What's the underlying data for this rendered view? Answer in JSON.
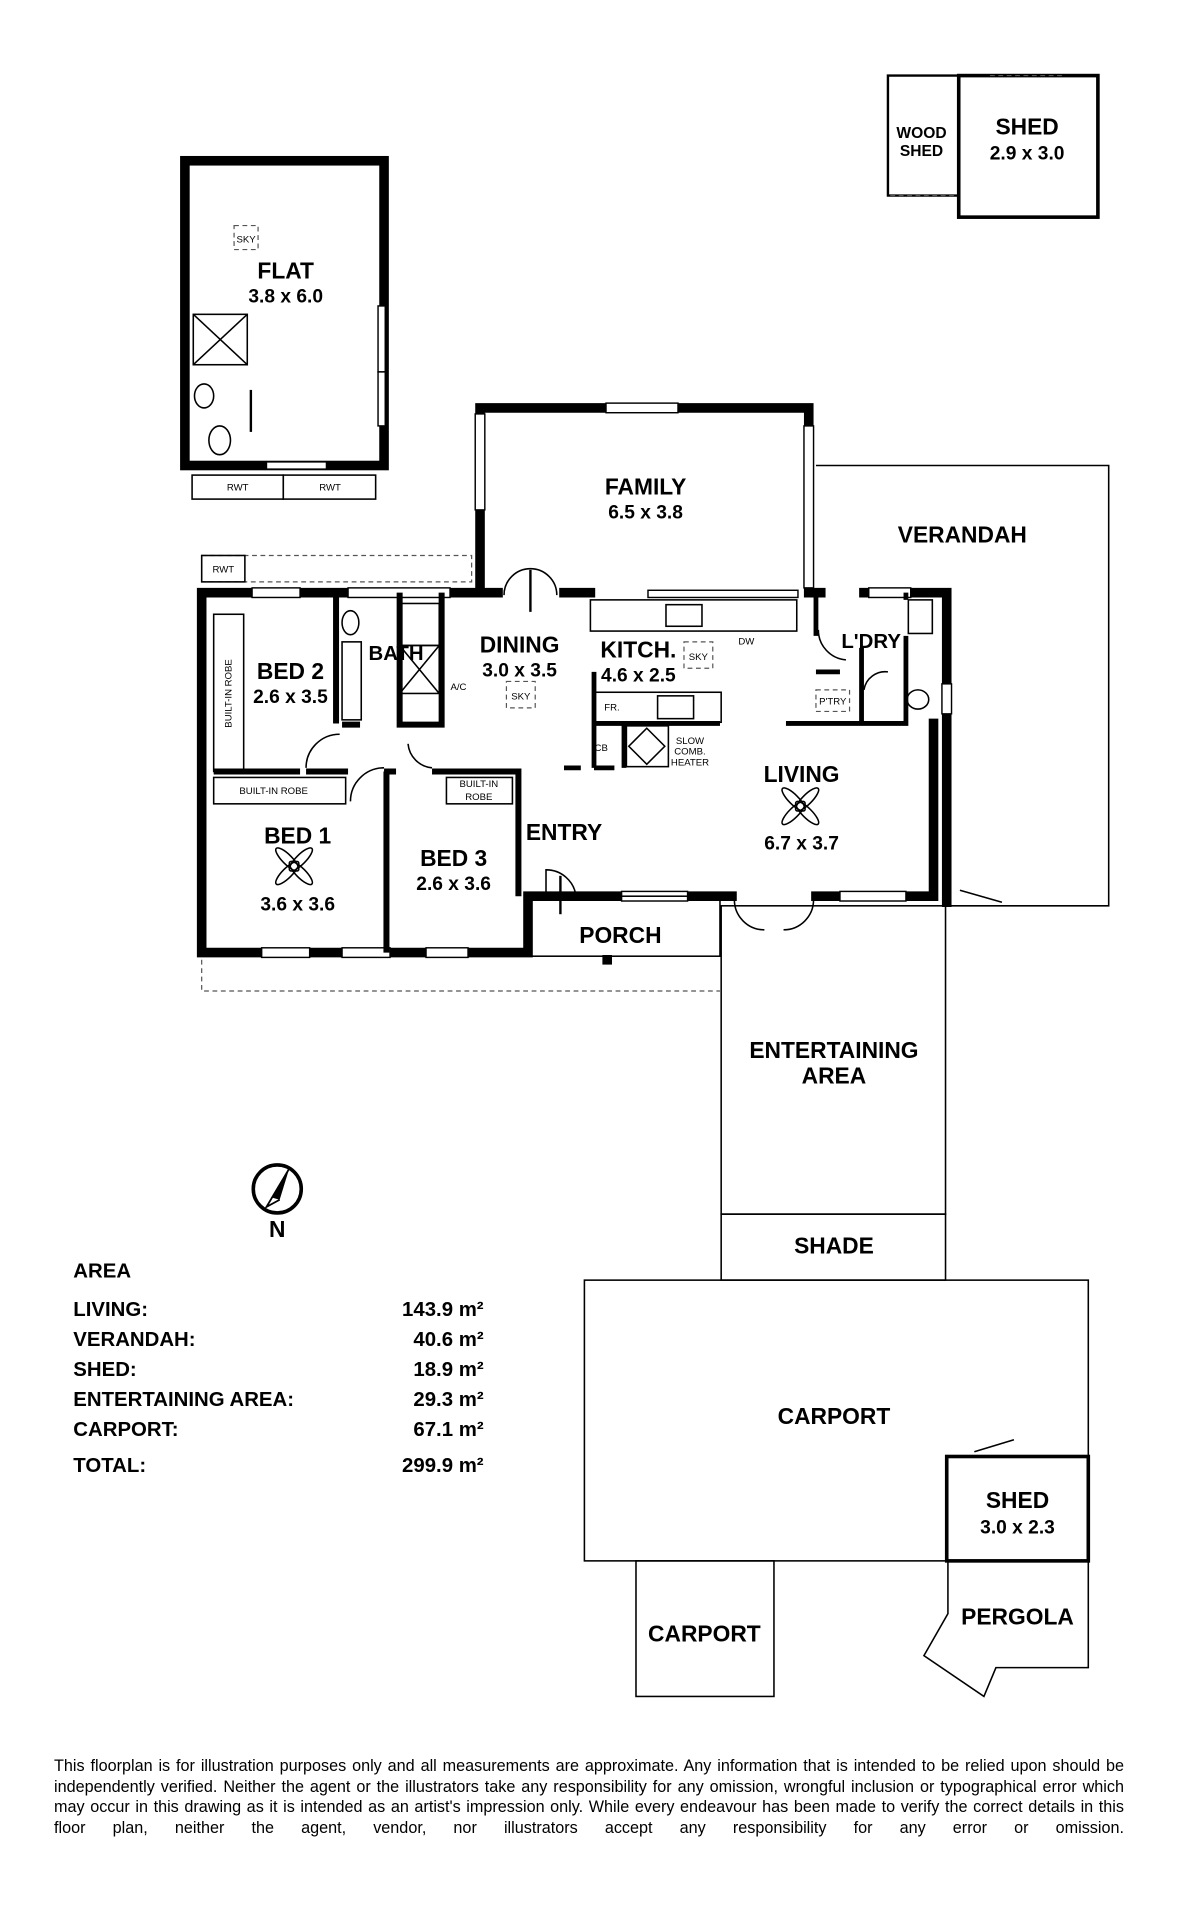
{
  "rooms": {
    "flat": {
      "name": "FLAT",
      "dims": "3.8 x 6.0"
    },
    "wood_shed": {
      "name_line1": "WOOD",
      "name_line2": "SHED"
    },
    "shed_top": {
      "name": "SHED",
      "dims": "2.9 x 3.0"
    },
    "family": {
      "name": "FAMILY",
      "dims": "6.5 x 3.8"
    },
    "verandah": {
      "name": "VERANDAH"
    },
    "bed2": {
      "name": "BED 2",
      "dims": "2.6 x 3.5"
    },
    "bath": {
      "name": "BATH"
    },
    "dining": {
      "name": "DINING",
      "dims": "3.0 x 3.5"
    },
    "kitchen": {
      "name": "KITCH.",
      "dims": "4.6 x 2.5"
    },
    "laundry": {
      "name": "L'DRY"
    },
    "living": {
      "name": "LIVING",
      "dims": "6.7 x 3.7"
    },
    "bed1": {
      "name": "BED 1",
      "dims": "3.6 x 3.6"
    },
    "bed3": {
      "name": "BED 3",
      "dims": "2.6 x 3.6"
    },
    "entry": {
      "name": "ENTRY"
    },
    "porch": {
      "name": "PORCH"
    },
    "entertaining": {
      "name_line1": "ENTERTAINING",
      "name_line2": "AREA"
    },
    "shade": {
      "name": "SHADE"
    },
    "carport_main": {
      "name": "CARPORT"
    },
    "carport_small": {
      "name": "CARPORT"
    },
    "shed_carport": {
      "name": "SHED",
      "dims": "3.0 x 2.3"
    },
    "pergola": {
      "name": "PERGOLA"
    }
  },
  "fixtures": {
    "sky": "SKY",
    "rwt": "RWT",
    "built_in_robe": "BUILT-IN ROBE",
    "built_in": "BUILT-IN",
    "robe": "ROBE",
    "ac": "A/C",
    "dw": "DW",
    "fr": "FR.",
    "cb": "CB",
    "pantry": "P'TRY",
    "heater_line1": "SLOW",
    "heater_line2": "COMB.",
    "heater_line3": "HEATER"
  },
  "compass": {
    "label": "N"
  },
  "area": {
    "title": "AREA",
    "rows": [
      {
        "label": "LIVING:",
        "value": "143.9 m²"
      },
      {
        "label": "VERANDAH:",
        "value": "40.6 m²"
      },
      {
        "label": "SHED:",
        "value": "18.9 m²"
      },
      {
        "label": "ENTERTAINING AREA:",
        "value": "29.3 m²"
      },
      {
        "label": "CARPORT:",
        "value": "67.1 m²"
      }
    ],
    "total": {
      "label": "TOTAL:",
      "value": "299.9 m²"
    }
  },
  "disclaimer": "This floorplan is for illustration purposes only and all measurements are approximate. Any information that is intended to be relied upon should be independently verified. Neither the agent or the illustrators take any responsibility for any omission, wrongful inclusion or typographical error which may occur in this drawing as it is intended as an artist's impression only. While every endeavour has been made to verify the correct details in this floor plan, neither the agent, vendor, nor illustrators accept any responsibility for any error or omission."
}
